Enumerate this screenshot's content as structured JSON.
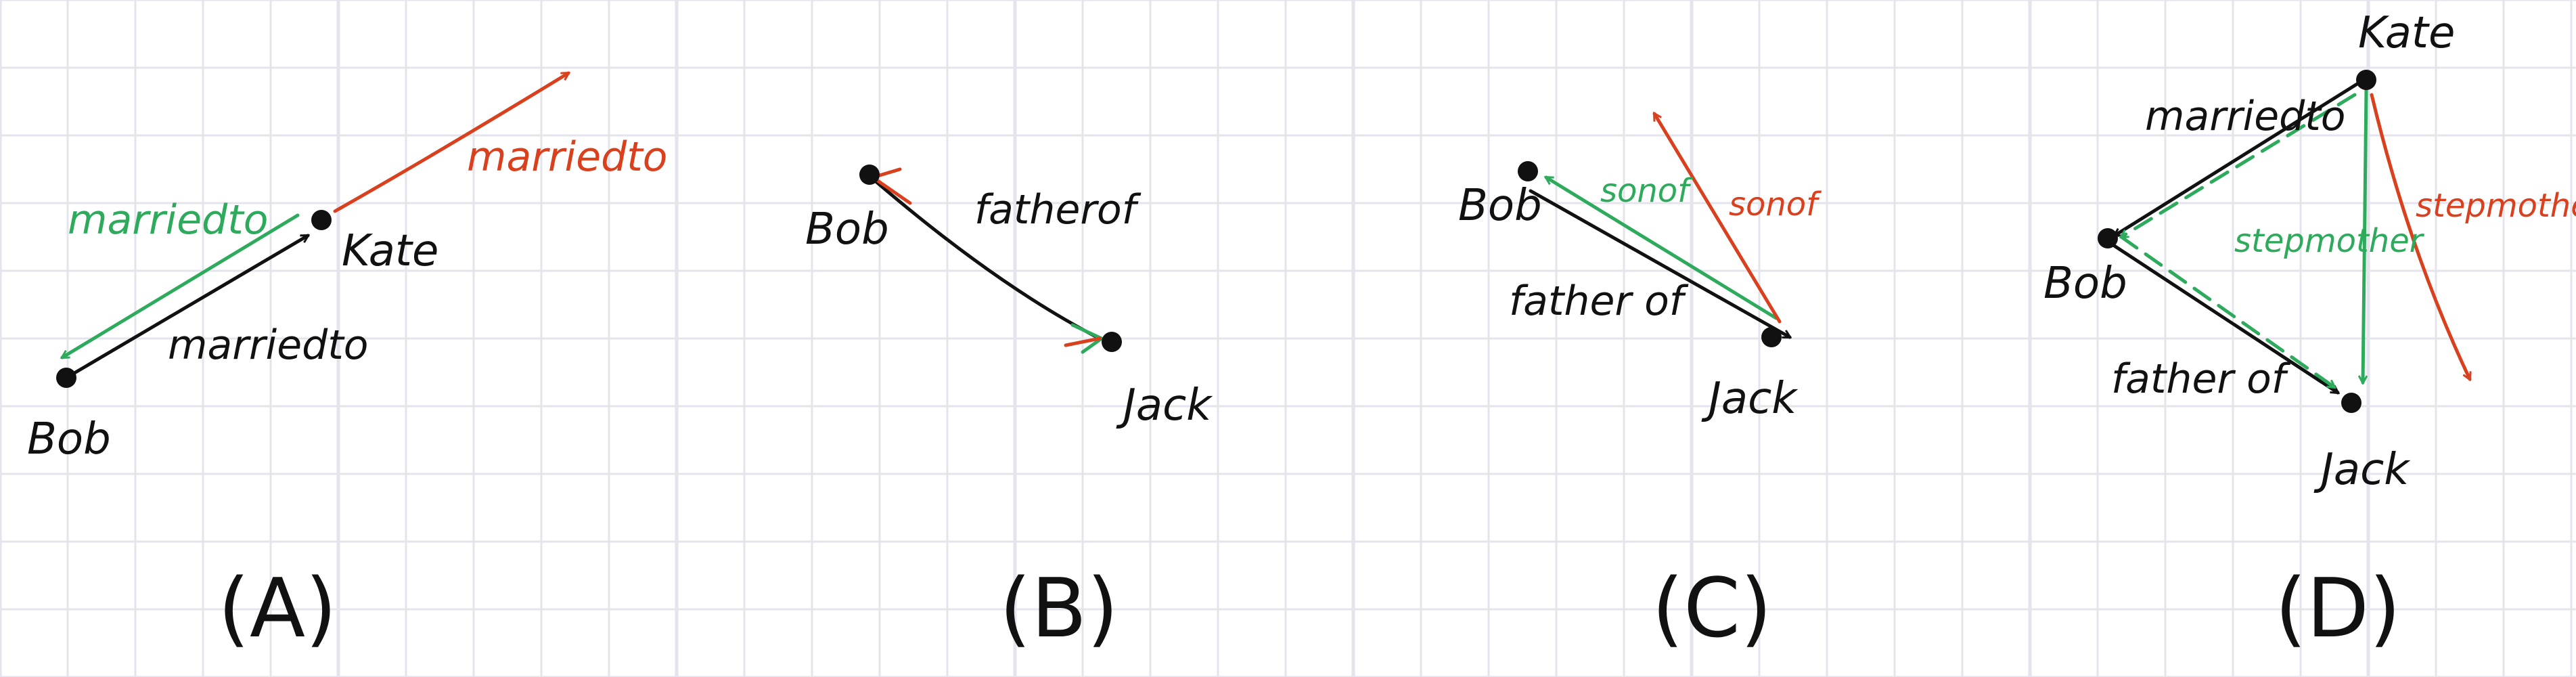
{
  "colors": {
    "black": "#111111",
    "green": "#2eaa5c",
    "red": "#d8401e",
    "grid": "#e4e4ec"
  },
  "panels": [
    {
      "label": "(A)",
      "nodes": {
        "bob": "Bob",
        "kate": "Kate"
      },
      "edges": {
        "black": "marriedto",
        "green": "marriedto",
        "red": "marriedto"
      }
    },
    {
      "label": "(B)",
      "nodes": {
        "bob": "Bob",
        "jack": "Jack"
      },
      "edges": {
        "black": "fatherof"
      }
    },
    {
      "label": "(C)",
      "nodes": {
        "bob": "Bob",
        "jack": "Jack"
      },
      "edges": {
        "black": "father of",
        "green": "sonof",
        "red": "sonof"
      }
    },
    {
      "label": "(D)",
      "nodes": {
        "kate": "Kate",
        "bob": "Bob",
        "jack": "Jack"
      },
      "edges": {
        "married": "marriedto",
        "father": "father of",
        "green": "stepmother",
        "red": "stepmother"
      }
    }
  ]
}
